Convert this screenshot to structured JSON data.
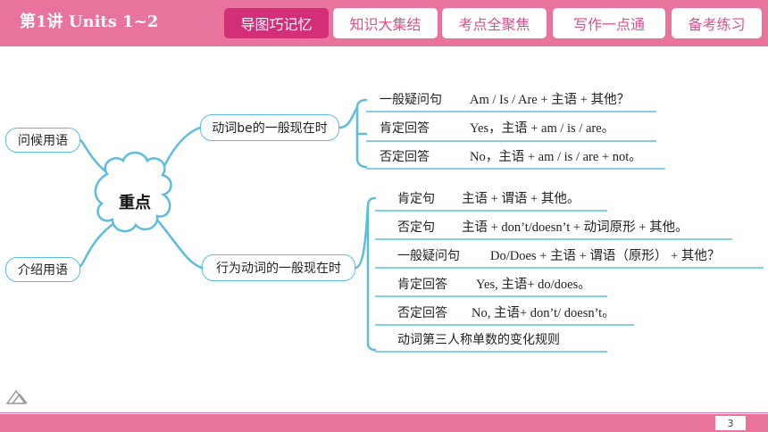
{
  "header": {
    "title": "第1讲  Units 1~2",
    "tabs": [
      {
        "label": "导图巧记忆",
        "active": true
      },
      {
        "label": "知识大集结",
        "active": false
      },
      {
        "label": "考点全聚焦",
        "active": false
      },
      {
        "label": "写作一点通",
        "active": false
      },
      {
        "label": "备考练习",
        "active": false
      }
    ]
  },
  "mindmap": {
    "center": "重点",
    "left_nodes": [
      "问候用语",
      "介绍用语"
    ],
    "branch_be": {
      "title": "动词be的一般现在时",
      "items": [
        {
          "label": "一般疑问句",
          "rule": "Am / Is / Are + 主语 + 其他？"
        },
        {
          "label": "肯定回答",
          "rule": "Yes，主语 + am / is / are。"
        },
        {
          "label": "否定回答",
          "rule": "No，主语 + am / is / are + not。"
        }
      ]
    },
    "branch_action": {
      "title": "行为动词的一般现在时",
      "items": [
        {
          "label": "肯定句",
          "rule": "主语  +  谓语  +  其他。"
        },
        {
          "label": "否定句",
          "rule": "主语  + don’t/doesn’t  +  动词原形  +  其他。"
        },
        {
          "label": "一般疑问句",
          "rule": "Do/Does  +  主语  +  谓语（原形） +  其他？"
        },
        {
          "label": "肯定回答",
          "rule": "Yes, 主语+ do/does。"
        },
        {
          "label": "否定回答",
          "rule": "No, 主语+ don’t/ doesn’t。"
        },
        {
          "label": "动词第三人称单数的变化规则",
          "rule": ""
        }
      ]
    }
  },
  "footer": {
    "page_number": "3"
  },
  "colors": {
    "accent": "#e8739c",
    "active_tab": "#d22f78",
    "line": "#5bbde0"
  }
}
